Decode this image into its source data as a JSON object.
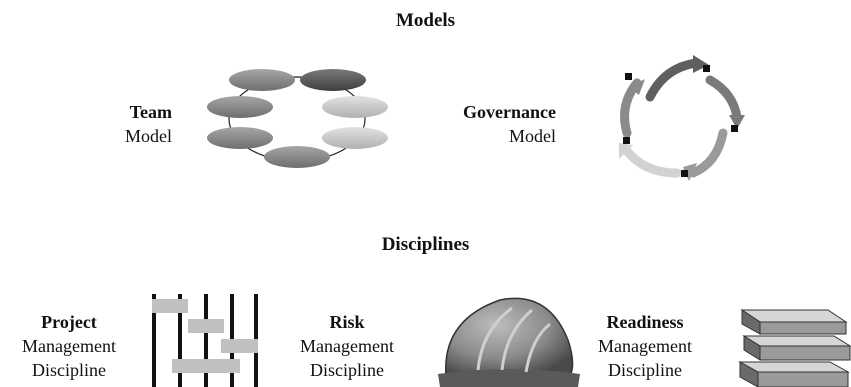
{
  "sections": {
    "models_title": "Models",
    "disciplines_title": "Disciplines"
  },
  "models": {
    "team": {
      "title": "Team",
      "subtitle": "Model"
    },
    "governance": {
      "title": "Governance",
      "subtitle": "Model"
    }
  },
  "disciplines": {
    "project": {
      "title": "Project",
      "line1": "Management",
      "line2": "Discipline"
    },
    "risk": {
      "title": "Risk",
      "line1": "Management",
      "line2": "Discipline"
    },
    "readiness": {
      "title": "Readiness",
      "line1": "Management",
      "line2": "Discipline"
    }
  },
  "icons": {
    "team_model": "team-ellipses-ring-icon",
    "governance_model": "cycle-arrows-icon",
    "project_discipline": "gantt-chart-icon",
    "risk_discipline": "hard-hat-icon",
    "readiness_discipline": "stacked-books-icon"
  },
  "colors": {
    "dark": "#5a5a5a",
    "mid": "#8c8c8c",
    "light": "#c8c8c8",
    "lighter": "#dcdcdc"
  }
}
